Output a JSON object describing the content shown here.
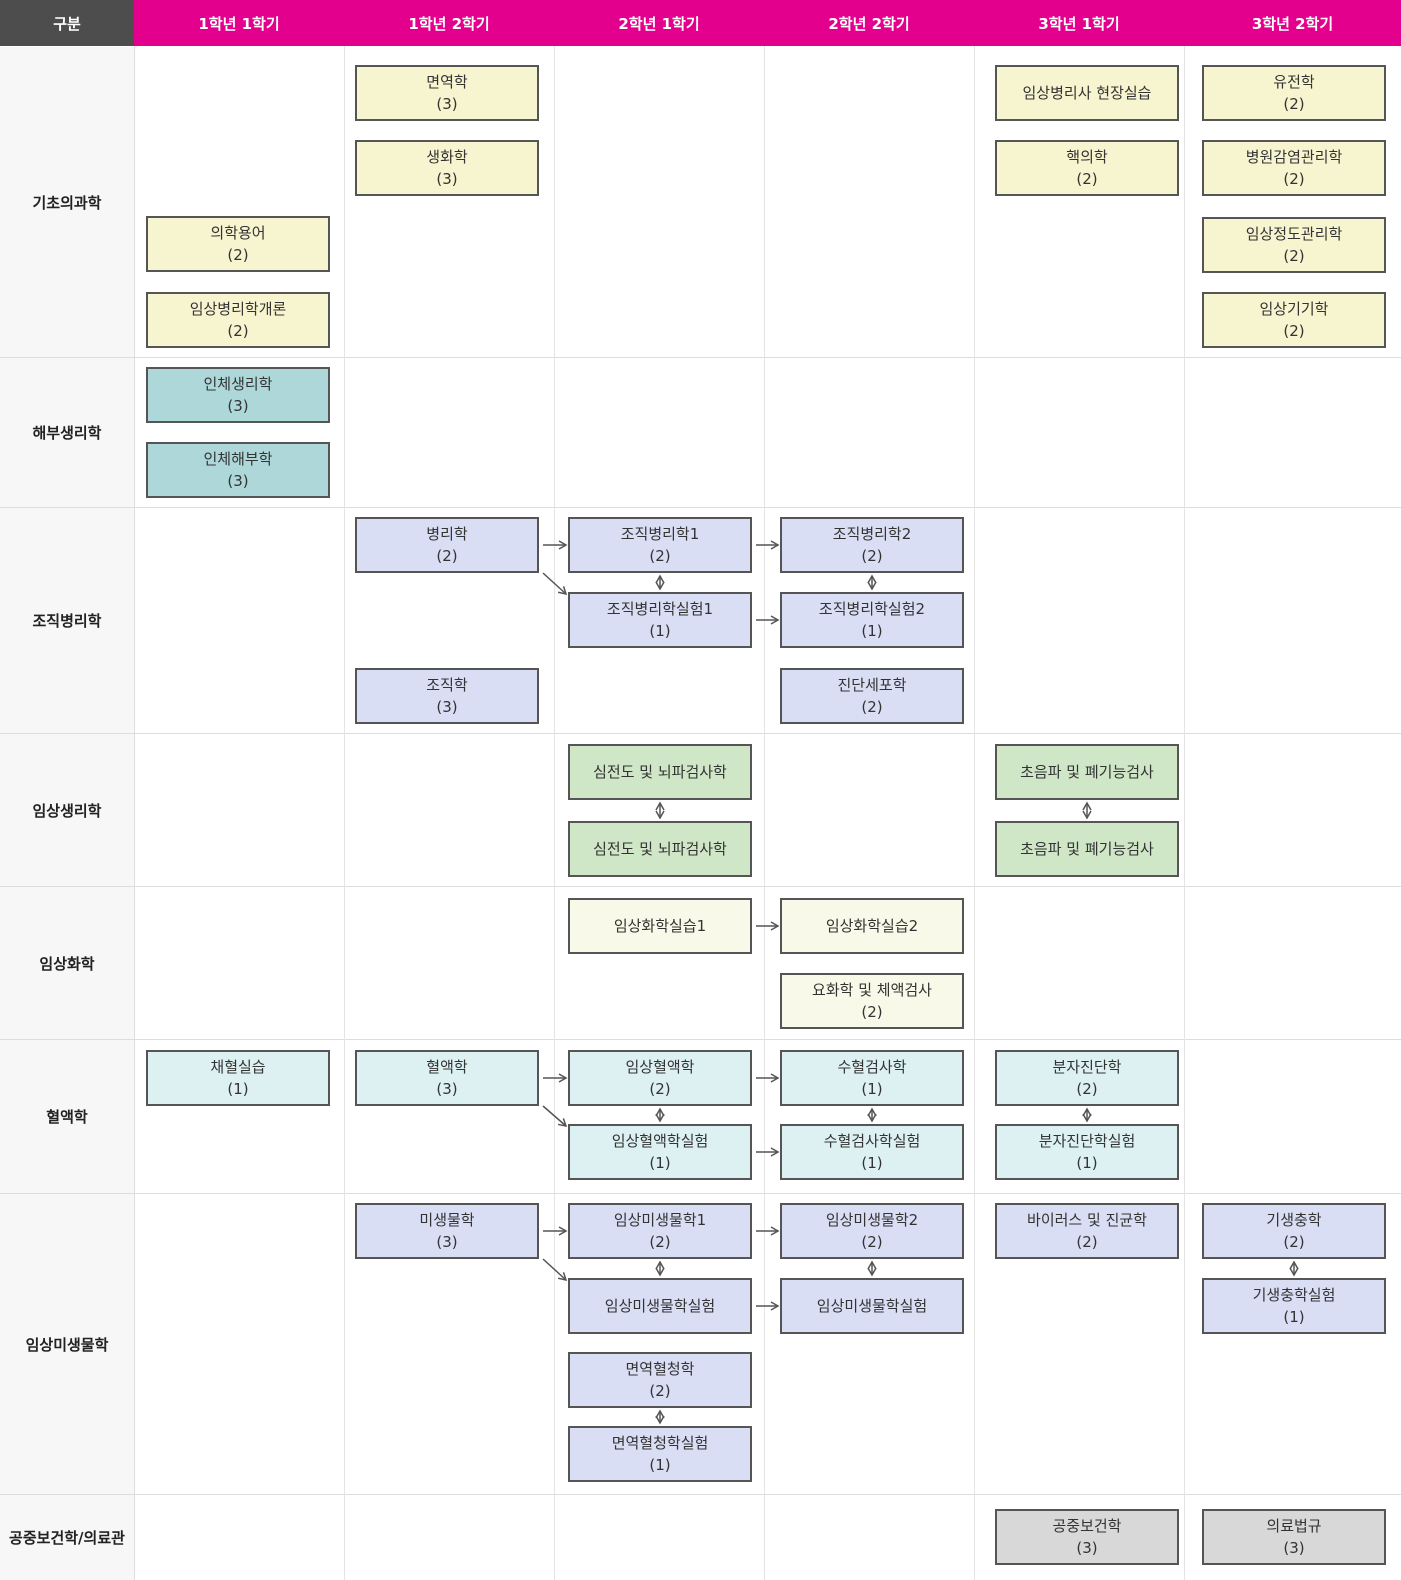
{
  "colors": {
    "header_magenta": "#e2008c",
    "header_gray": "#4d4d4d",
    "basic": "#f7f5cf",
    "anatomy": "#add7d8",
    "pathology": "#d9def5",
    "physiology": "#cfe6c7",
    "chemistry": "#f9f9e9",
    "hematology": "#ddf1f2",
    "microbiology": "#d9def5",
    "publichealth": "#d8d8d8"
  },
  "headers": [
    "구분",
    "1학년 1학기",
    "1학년 2학기",
    "2학년 1학기",
    "2학년 2학기",
    "3학년 1학기",
    "3학년 2학기"
  ],
  "rows": [
    {
      "label": "기초의과학"
    },
    {
      "label": "해부생리학"
    },
    {
      "label": "조직병리학"
    },
    {
      "label": "임상생리학"
    },
    {
      "label": "임상화학"
    },
    {
      "label": "혈액학"
    },
    {
      "label": "임상미생물학"
    },
    {
      "label": "공중보건학/의료관"
    }
  ],
  "courses": [
    {
      "name": "면역학",
      "credit": "(3)",
      "cat": "basic"
    },
    {
      "name": "생화학",
      "credit": "(3)",
      "cat": "basic"
    },
    {
      "name": "임상병리사 현장실습",
      "credit": "",
      "cat": "basic"
    },
    {
      "name": "핵의학",
      "credit": "(2)",
      "cat": "basic"
    },
    {
      "name": "유전학",
      "credit": "(2)",
      "cat": "basic"
    },
    {
      "name": "병원감염관리학",
      "credit": "(2)",
      "cat": "basic"
    },
    {
      "name": "의학용어",
      "credit": "(2)",
      "cat": "basic"
    },
    {
      "name": "임상정도관리학",
      "credit": "(2)",
      "cat": "basic"
    },
    {
      "name": "임상병리학개론",
      "credit": "(2)",
      "cat": "basic"
    },
    {
      "name": "임상기기학",
      "credit": "(2)",
      "cat": "basic"
    },
    {
      "name": "인체생리학",
      "credit": "(3)",
      "cat": "anatomy"
    },
    {
      "name": "인체해부학",
      "credit": "(3)",
      "cat": "anatomy"
    },
    {
      "name": "병리학",
      "credit": "(2)",
      "cat": "pathology"
    },
    {
      "name": "조직병리학1",
      "credit": "(2)",
      "cat": "pathology"
    },
    {
      "name": "조직병리학2",
      "credit": "(2)",
      "cat": "pathology"
    },
    {
      "name": "조직병리학실험1",
      "credit": "(1)",
      "cat": "pathology"
    },
    {
      "name": "조직병리학실험2",
      "credit": "(1)",
      "cat": "pathology"
    },
    {
      "name": "조직학",
      "credit": "(3)",
      "cat": "pathology"
    },
    {
      "name": "진단세포학",
      "credit": "(2)",
      "cat": "pathology"
    },
    {
      "name": "심전도 및 뇌파검사학",
      "credit": "",
      "cat": "physiology"
    },
    {
      "name": "초음파 및 폐기능검사",
      "credit": "",
      "cat": "physiology"
    },
    {
      "name": "심전도 및 뇌파검사학",
      "credit": "",
      "cat": "physiology"
    },
    {
      "name": "초음파 및 폐기능검사",
      "credit": "",
      "cat": "physiology"
    },
    {
      "name": "임상화학실습1",
      "credit": "",
      "cat": "chemistry"
    },
    {
      "name": "임상화학실습2",
      "credit": "",
      "cat": "chemistry"
    },
    {
      "name": "요화학 및 체액검사",
      "credit": "(2)",
      "cat": "chemistry"
    },
    {
      "name": "채혈실습",
      "credit": "(1)",
      "cat": "hematology"
    },
    {
      "name": "혈액학",
      "credit": "(3)",
      "cat": "hematology"
    },
    {
      "name": "임상혈액학",
      "credit": "(2)",
      "cat": "hematology"
    },
    {
      "name": "수혈검사학",
      "credit": "(1)",
      "cat": "hematology"
    },
    {
      "name": "분자진단학",
      "credit": "(2)",
      "cat": "hematology"
    },
    {
      "name": "임상혈액학실험",
      "credit": "(1)",
      "cat": "hematology"
    },
    {
      "name": "수혈검사학실험",
      "credit": "(1)",
      "cat": "hematology"
    },
    {
      "name": "분자진단학실험",
      "credit": "(1)",
      "cat": "hematology"
    },
    {
      "name": "미생물학",
      "credit": "(3)",
      "cat": "microbiology"
    },
    {
      "name": "임상미생물학1",
      "credit": "(2)",
      "cat": "microbiology"
    },
    {
      "name": "임상미생물학2",
      "credit": "(2)",
      "cat": "microbiology"
    },
    {
      "name": "바이러스 및 진균학",
      "credit": "(2)",
      "cat": "microbiology"
    },
    {
      "name": "기생충학",
      "credit": "(2)",
      "cat": "microbiology"
    },
    {
      "name": "임상미생물학실험",
      "credit": "",
      "cat": "microbiology"
    },
    {
      "name": "임상미생물학실험",
      "credit": "",
      "cat": "microbiology"
    },
    {
      "name": "기생충학실험",
      "credit": "(1)",
      "cat": "microbiology"
    },
    {
      "name": "면역혈청학",
      "credit": "(2)",
      "cat": "microbiology"
    },
    {
      "name": "면역혈청학실험",
      "credit": "(1)",
      "cat": "microbiology"
    },
    {
      "name": "공중보건학",
      "credit": "(3)",
      "cat": "publichealth"
    },
    {
      "name": "의료법규",
      "credit": "(3)",
      "cat": "publichealth"
    }
  ]
}
